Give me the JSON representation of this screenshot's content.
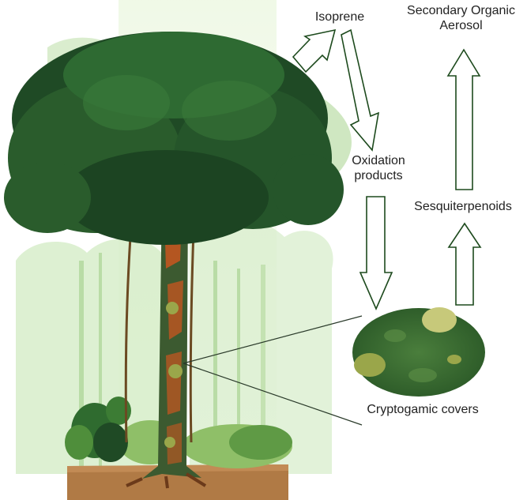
{
  "labels": {
    "isoprene": "Isoprene",
    "secondary_organic_aerosol_line1": "Secondary Organic",
    "secondary_organic_aerosol_line2": "Aerosol",
    "oxidation_line1": "Oxidation",
    "oxidation_line2": "products",
    "sesquiterpenoids": "Sesquiterpenoids",
    "cryptogamic_covers": "Cryptogamic covers"
  },
  "colors": {
    "canopy_dark": "#1f4a25",
    "canopy_mid": "#2e6a32",
    "canopy_light": "#a8d48e",
    "trunk": "#3c5a30",
    "trunk_orange": "#c9561f",
    "soil": "#b07a45",
    "moss": "#3a6b30",
    "moss_patch": "#9aa64a",
    "arrow_stroke": "#1d4a1d",
    "text": "#222222"
  },
  "icons": [
    "tree-illustration",
    "moss-patch-illustration",
    "arrow-icon"
  ]
}
